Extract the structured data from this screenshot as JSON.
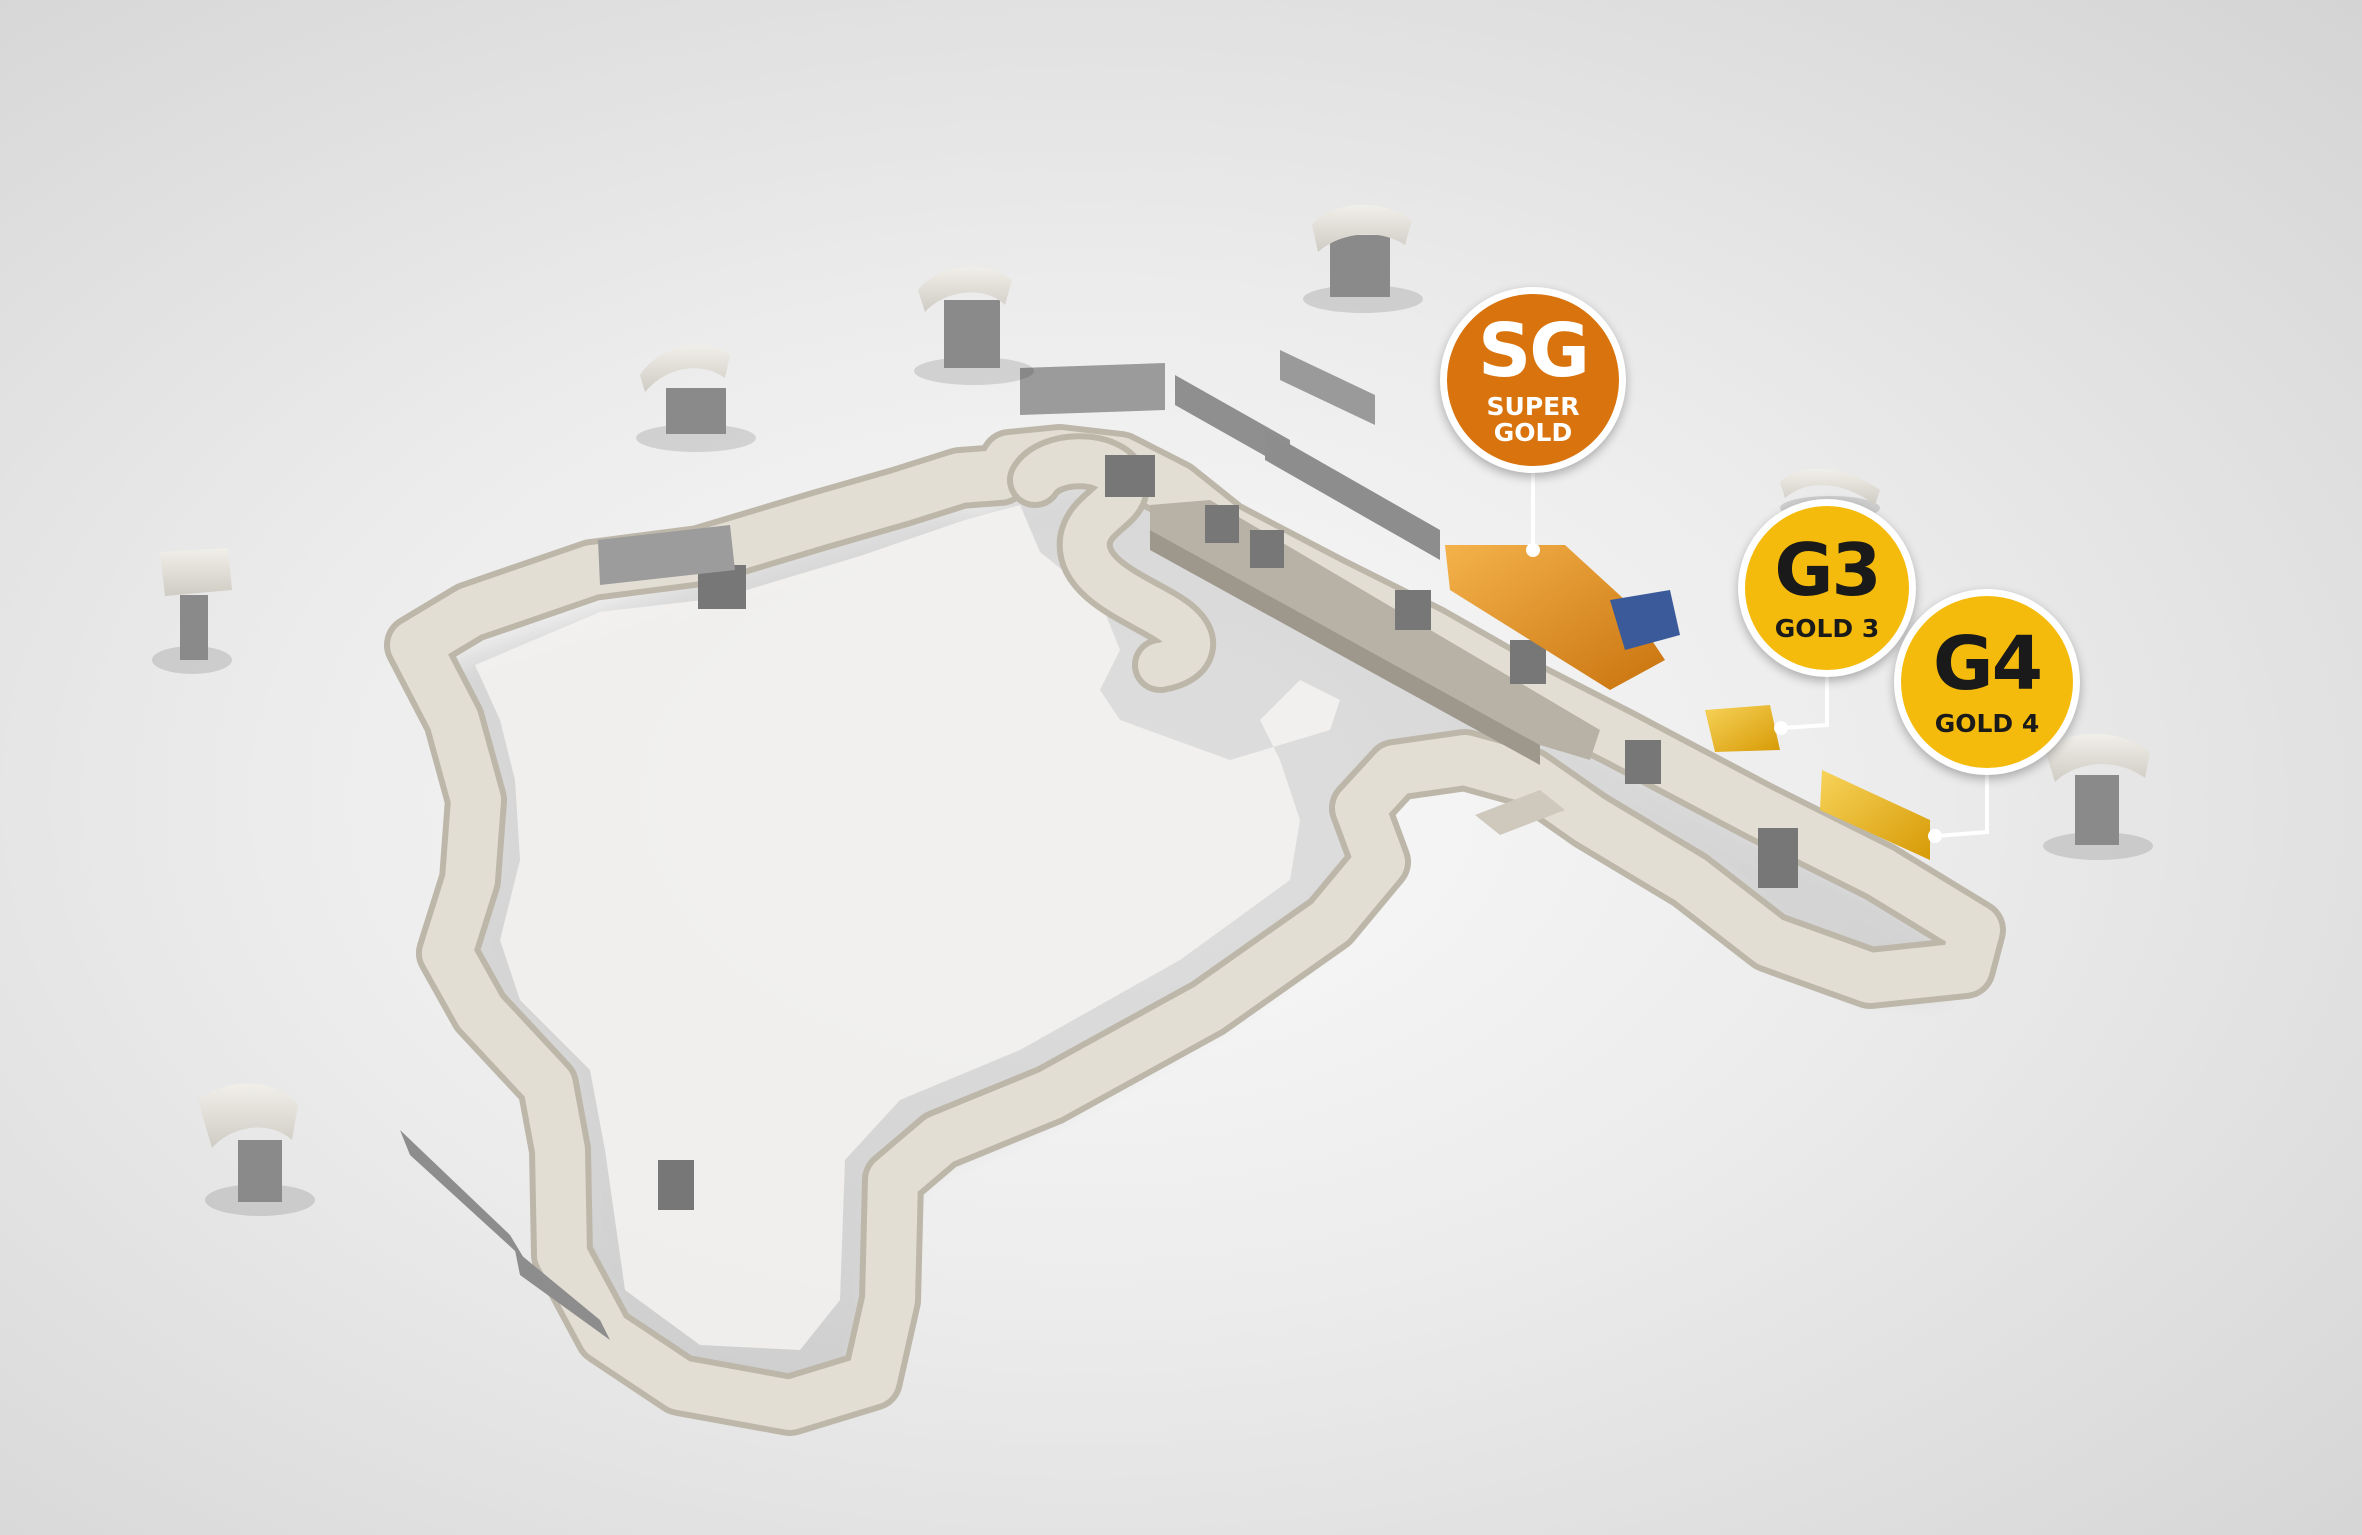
{
  "colors": {
    "background": "#e6e6e6",
    "track": "#e2ddd2",
    "track_edge": "#c9c3b6",
    "stand_grey": "#8c8c8c",
    "super_gold": "#d9730d",
    "gold": "#f5bb0c",
    "blue_stand": "#3b5a9a",
    "marker_text": "#1a1a1a",
    "marker_border": "#ffffff"
  },
  "markers": [
    {
      "id": "sg",
      "code": "SG",
      "name": "SUPER\nGOLD",
      "color": "#d9730d",
      "text_color": "#ffffff"
    },
    {
      "id": "g3",
      "code": "G3",
      "name": "GOLD 3",
      "color": "#f5bb0c",
      "text_color": "#1a1a1a"
    },
    {
      "id": "g4",
      "code": "G4",
      "name": "GOLD 4",
      "color": "#f5bb0c",
      "text_color": "#1a1a1a"
    }
  ],
  "map": {
    "shelter_count": 7,
    "track_type": "street-circuit"
  }
}
